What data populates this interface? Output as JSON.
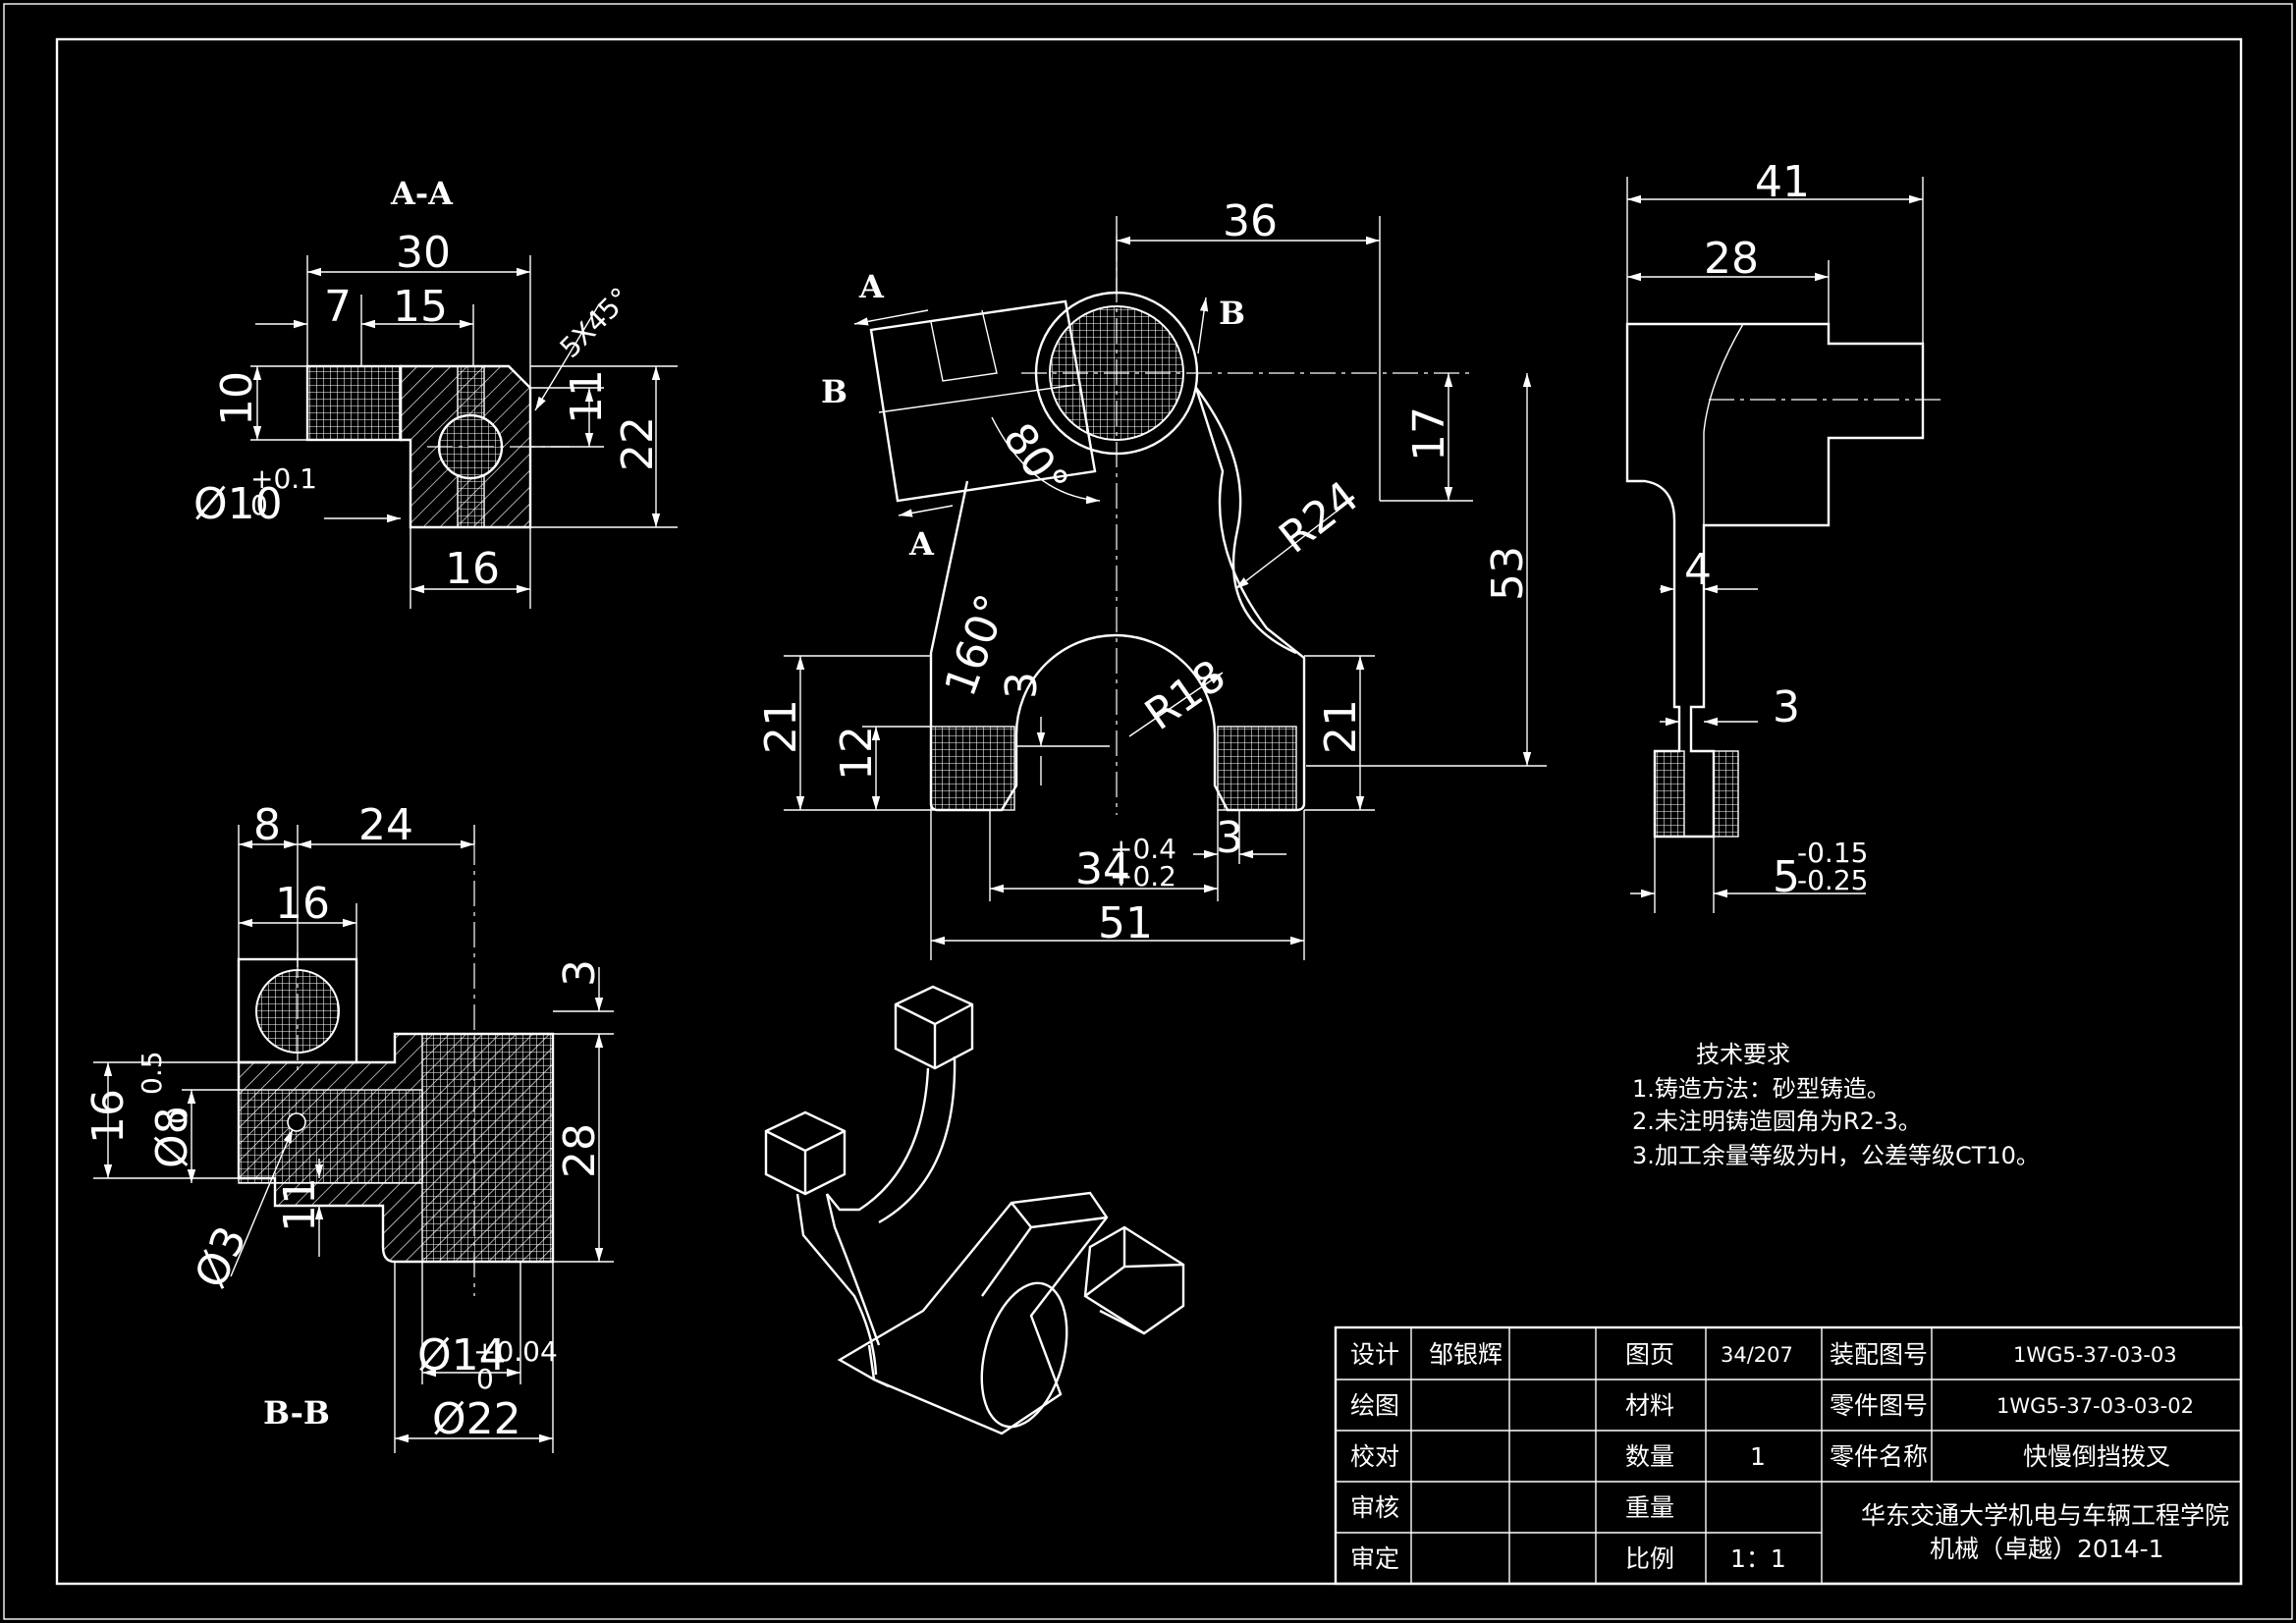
{
  "views": {
    "section_aa": {
      "label": "A-A",
      "dims": [
        "30",
        "7",
        "15",
        "5X45°",
        "10",
        "11",
        "22",
        "16"
      ],
      "hole_dim": "Ø10",
      "hole_tol": "+0.1",
      "hole_tol_low": "0"
    },
    "front": {
      "cut_a": "A",
      "cut_b": "B",
      "dims": [
        "36",
        "17",
        "53",
        "R24",
        "80°",
        "160°",
        "R18",
        "21",
        "12",
        "3",
        "21",
        "3",
        "51"
      ],
      "dim_34": "34",
      "dim_34_tol_up": "+0.4",
      "dim_34_tol_low": "+0.2"
    },
    "side": {
      "dims": [
        "41",
        "28",
        "4",
        "3"
      ],
      "dim_5": "5",
      "dim_5_tol_up": "-0.15",
      "dim_5_tol_low": "-0.25"
    },
    "section_bb": {
      "label": "B-B",
      "dims": [
        "8",
        "24",
        "16",
        "3",
        "16",
        "28",
        "11",
        "Ø3"
      ],
      "dim_8": "Ø8",
      "dim_8_tol_up": "0.5",
      "dim_8_tol_low": "0",
      "dim_14": "Ø14",
      "dim_14_tol_up": "+0.04",
      "dim_14_tol_low": "0",
      "dim_22": "Ø22"
    }
  },
  "technical_requirements": {
    "title": "技术要求",
    "items": [
      "1.铸造方法：砂型铸造。",
      "2.未注明铸造圆角为R2-3。",
      "3.加工余量等级为H，公差等级CT10。"
    ]
  },
  "title_block": {
    "rows": [
      [
        "设计",
        "邹银辉",
        "",
        "图页",
        "34/207",
        "装配图号",
        "1WG5-37-03-03"
      ],
      [
        "绘图",
        "",
        "",
        "材料",
        "",
        "零件图号",
        "1WG5-37-03-03-02"
      ],
      [
        "校对",
        "",
        "",
        "数量",
        "1",
        "零件名称",
        "快慢倒挡拨叉"
      ],
      [
        "审核",
        "",
        "",
        "重量",
        ""
      ],
      [
        "审定",
        "",
        "",
        "比例",
        "1：1"
      ]
    ],
    "school": "华东交通大学机电与车辆工程学院",
    "class": "机械（卓越）2014-1"
  }
}
